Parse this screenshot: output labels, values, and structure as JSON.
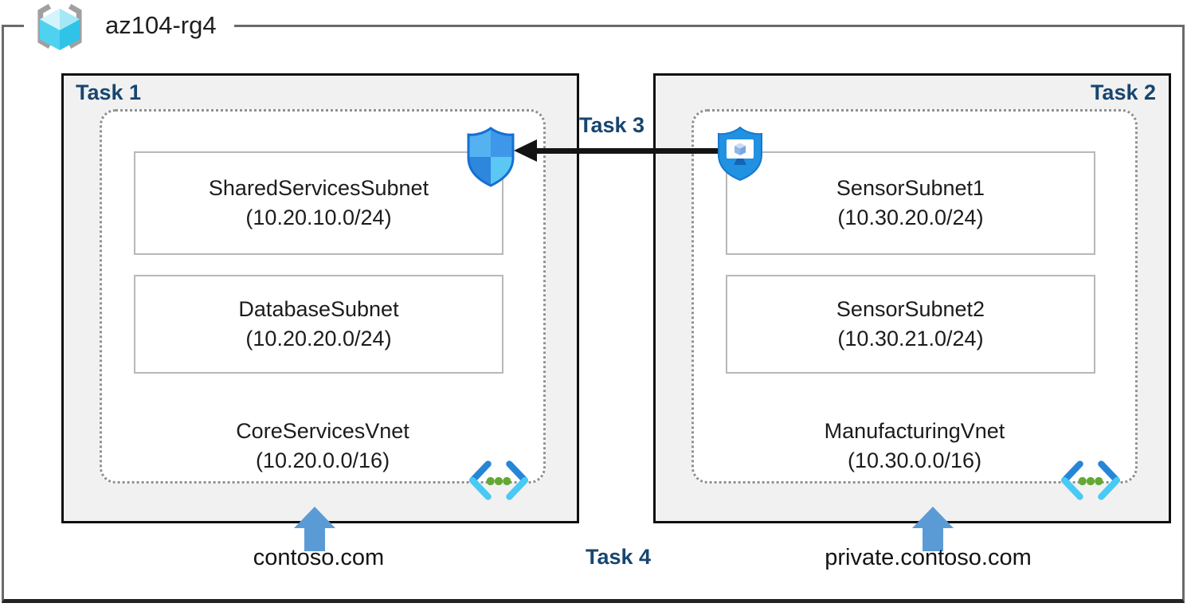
{
  "title": "az104-rg4",
  "tasks": {
    "task3": "Task 3",
    "task4": "Task 4"
  },
  "vnets": [
    {
      "task": "Task 1",
      "name": "CoreServicesVnet",
      "address_space": "(10.20.0.0/16)",
      "dns_zone": "contoso.com",
      "subnets": [
        {
          "name": "SharedServicesSubnet",
          "prefix": "(10.20.10.0/24)"
        },
        {
          "name": "DatabaseSubnet",
          "prefix": "(10.20.20.0/24)"
        }
      ]
    },
    {
      "task": "Task 2",
      "name": "ManufacturingVnet",
      "address_space": "(10.30.0.0/16)",
      "dns_zone": "private.contoso.com",
      "subnets": [
        {
          "name": "SensorSubnet1",
          "prefix": "(10.30.20.0/24)"
        },
        {
          "name": "SensorSubnet2",
          "prefix": "(10.30.21.0/24)"
        }
      ]
    }
  ],
  "icons": {
    "resource_group": "azure-resource-group-icon",
    "nsg": "network-security-shield-icon",
    "secured_vm": "shielded-virtual-machine-icon",
    "virtual_network": "virtual-network-icon",
    "dns_pointer": "blue-up-arrow-icon",
    "peering_arrow": "black-left-arrow"
  },
  "colors": {
    "task_label": "#17466F",
    "panel_background": "#F1F1F1",
    "panel_border": "#0F0F0F",
    "outer_border": "#6A6A6A",
    "dotted_border": "#909090",
    "dns_arrow_blue": "#5B9BD5",
    "shield_blue": "#2191E2",
    "vnet_bracket_dark": "#2586D8",
    "vnet_bracket_light": "#49C9F3",
    "vnet_dot_green": "#63A833"
  }
}
